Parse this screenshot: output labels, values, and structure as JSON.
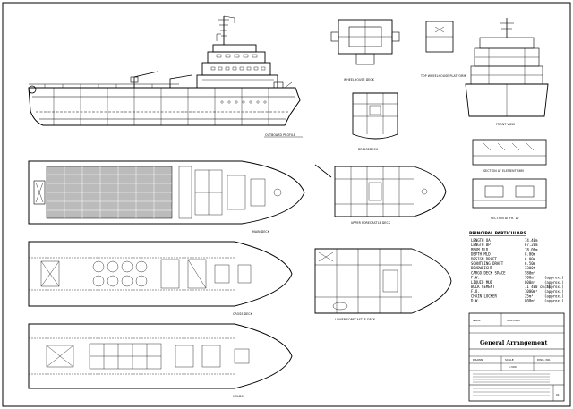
{
  "drawing_title": "General Arrangement",
  "views": {
    "outboard_profile": "OUTBOARD PROFILE",
    "wheelhouse_deck": "WHEELHOUSE DECK",
    "top_wheelhouse_platform": "TOP WHEELHOUSE PLATFORM",
    "bridge_deck": "BRIDGEDECK",
    "upper_forecastle_deck": "UPPER FORECASTLE DECK",
    "lower_forecastle_deck": "LOWER FORECASTLE DECK",
    "main_deck": "MAIN DECK",
    "cross_deck": "CROSS DECK",
    "hold": "HOLDS",
    "front_view": "FRONT VIEW",
    "section_elevation": "SECTION AT ELEMENT 56M",
    "section_fr": "SECTION AT FR. 12"
  },
  "principal_particulars": {
    "heading": "PRINCIPAL PARTICULARS",
    "rows": [
      {
        "label": "LENGTH OA",
        "value": "74.40m"
      },
      {
        "label": "LENGTH BP",
        "value": "67.20m"
      },
      {
        "label": "BEAM MLD",
        "value": "18.00m"
      },
      {
        "label": "DEPTH MLD",
        "value": "8.00m"
      },
      {
        "label": "DESIGN DRAFT",
        "value": "6.00m"
      },
      {
        "label": "SCANTLING DRAFT",
        "value": "6.50m"
      },
      {
        "label": "DEADWEIGHT",
        "value": "3300t"
      },
      {
        "label": "CARGO DECK SPACE",
        "value": "580m²"
      },
      {
        "label": "F.W.",
        "value": "700m³"
      },
      {
        "label": "LIQUID MUD",
        "value": "800m³"
      },
      {
        "label": "BULK CEMENT",
        "value": "11 400 cu.ft"
      },
      {
        "label": "F.O.",
        "value": "1000m³"
      },
      {
        "label": "CHAIN LOCKER",
        "value": "25m³"
      },
      {
        "label": "D.W.",
        "value": "800m³"
      }
    ],
    "approx_note": "(approx.)"
  },
  "title_block": {
    "company_label": "NAME",
    "company": "SHIPYARD",
    "drawn_label": "DRAWN",
    "scale_label": "SCALE",
    "scale": "1:300",
    "number_label": "DWG. NO.",
    "sheet": "01"
  }
}
